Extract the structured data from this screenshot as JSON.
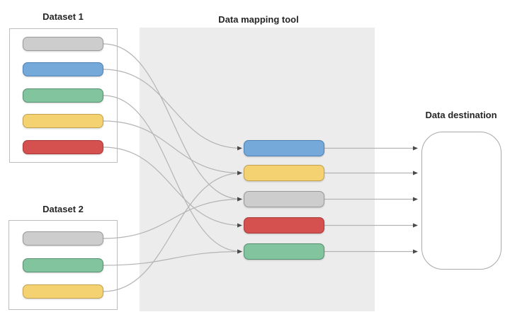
{
  "titles": {
    "dataset1": "Dataset 1",
    "dataset2": "Dataset 2",
    "mapper": "Data mapping tool",
    "destination": "Data destination"
  },
  "palette": {
    "gray": {
      "fill": "#cdcdcd",
      "border": "#9a9a9a"
    },
    "blue": {
      "fill": "#74a9da",
      "border": "#4e81b4"
    },
    "green": {
      "fill": "#82c49d",
      "border": "#569070"
    },
    "yellow": {
      "fill": "#f5d271",
      "border": "#c2a24e"
    },
    "red": {
      "fill": "#d4514f",
      "border": "#a83a39"
    }
  },
  "colors": {
    "background": "#ffffff",
    "mapper_bg": "#ececec",
    "dataset_border": "#bdbdbd",
    "destination_border": "#a9a9a9",
    "connector_line": "#b4b4b4",
    "arrowhead": "#4a4a4a",
    "title_text": "#262626"
  },
  "dataset1": {
    "fields": [
      "gray",
      "blue",
      "green",
      "yellow",
      "red"
    ]
  },
  "dataset2": {
    "fields": [
      "gray",
      "green",
      "yellow"
    ]
  },
  "mapper": {
    "fields": [
      "blue",
      "yellow",
      "gray",
      "red",
      "green"
    ]
  },
  "connections": [
    {
      "from": "dataset1:gray",
      "to": "mapper:gray"
    },
    {
      "from": "dataset1:blue",
      "to": "mapper:blue"
    },
    {
      "from": "dataset1:green",
      "to": "mapper:green"
    },
    {
      "from": "dataset1:yellow",
      "to": "mapper:yellow"
    },
    {
      "from": "dataset1:red",
      "to": "mapper:red"
    },
    {
      "from": "dataset2:gray",
      "to": "mapper:gray"
    },
    {
      "from": "dataset2:green",
      "to": "mapper:green"
    },
    {
      "from": "dataset2:yellow",
      "to": "mapper:yellow"
    }
  ],
  "destination_links": [
    "blue",
    "yellow",
    "gray",
    "red",
    "green"
  ]
}
